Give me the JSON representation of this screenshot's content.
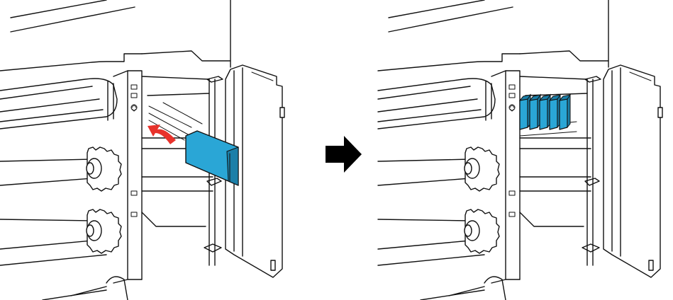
{
  "figure": {
    "panels": [
      {
        "id": "before",
        "description_state": "cartridge-being-inserted"
      },
      {
        "id": "after",
        "description_state": "cartridges-installed"
      }
    ],
    "colors": {
      "cartridge": "#2aa6d6",
      "cartridge_dark": "#1b7fa8",
      "insert_arrow": "#e8322b",
      "step_arrow": "#000000",
      "outline": "#111111"
    },
    "installed_cartridge_count": 5,
    "icons": {
      "insert_arrow": "curved-red-arrow-icon",
      "step_arrow": "black-right-arrow-icon"
    }
  }
}
